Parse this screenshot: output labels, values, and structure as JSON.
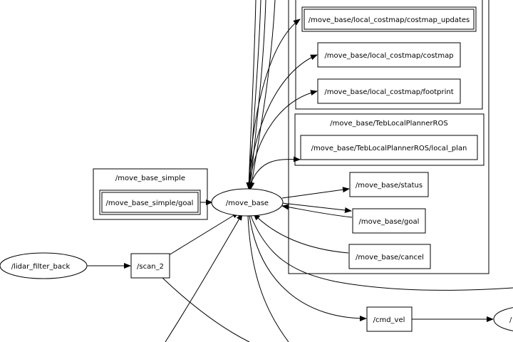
{
  "nodes": {
    "move_base": "/move_base",
    "lidar_filter_back": "/lidar_filter_back",
    "partial_node_right": "/"
  },
  "topics": {
    "local_costmap_updates": "/move_base/local_costmap/costmap_updates",
    "local_costmap": "/move_base/local_costmap/costmap",
    "local_footprint": "/move_base/local_costmap/footprint",
    "teb_local_plan": "/move_base/TebLocalPlannerROS/local_plan",
    "status": "/move_base/status",
    "goal": "/move_base/goal",
    "cancel": "/move_base/cancel",
    "simple_goal": "/move_base_simple/goal",
    "scan_2": "/scan_2",
    "cmd_vel": "/cmd_vel"
  },
  "clusters": {
    "teb": "/move_base/TebLocalPlannerROS",
    "move_base_simple": "/move_base_simple"
  }
}
